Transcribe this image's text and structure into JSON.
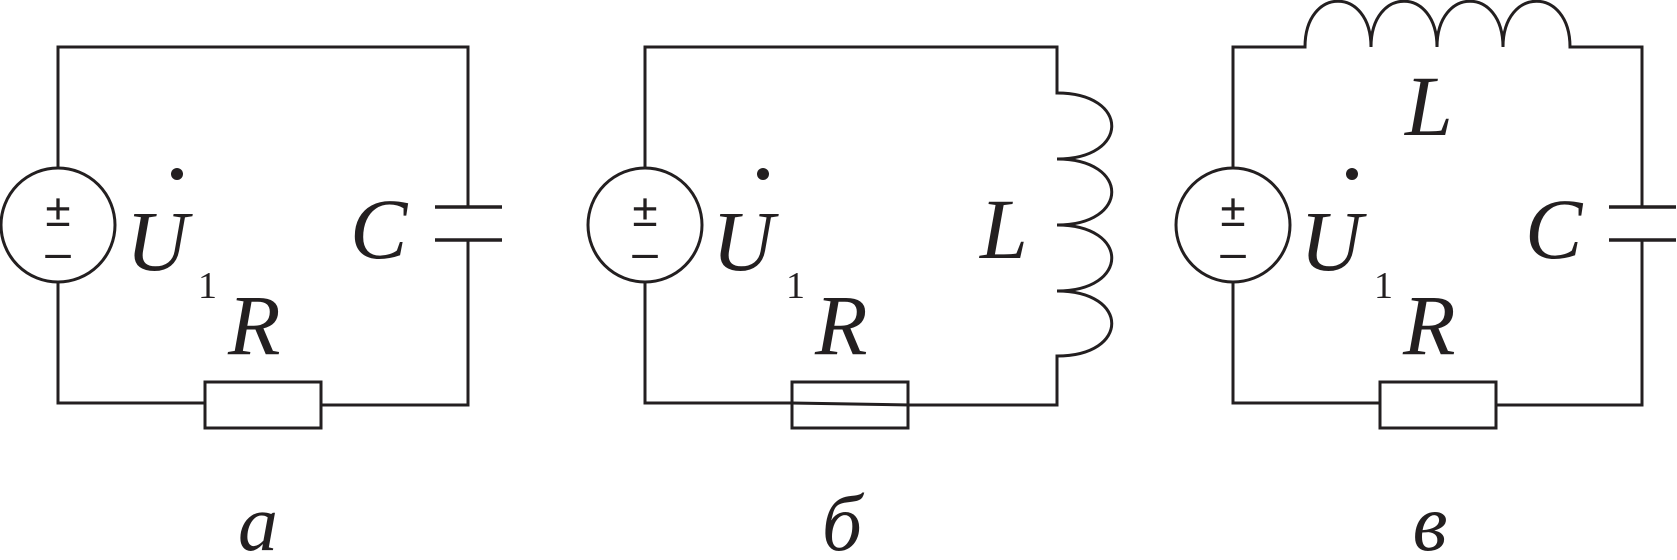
{
  "circuits": {
    "a": {
      "caption": "а",
      "source": {
        "symbol": "±",
        "minus": "–",
        "voltage": "U",
        "index": "1"
      },
      "resistor": "R",
      "capacitor": "C"
    },
    "b": {
      "caption": "б",
      "source": {
        "symbol": "±",
        "minus": "–",
        "voltage": "U",
        "index": "1"
      },
      "resistor": "R",
      "inductor": "L"
    },
    "c": {
      "caption": "в",
      "source": {
        "symbol": "±",
        "minus": "–",
        "voltage": "U",
        "index": "1"
      },
      "resistor": "R",
      "inductor": "L",
      "capacitor": "C"
    }
  }
}
